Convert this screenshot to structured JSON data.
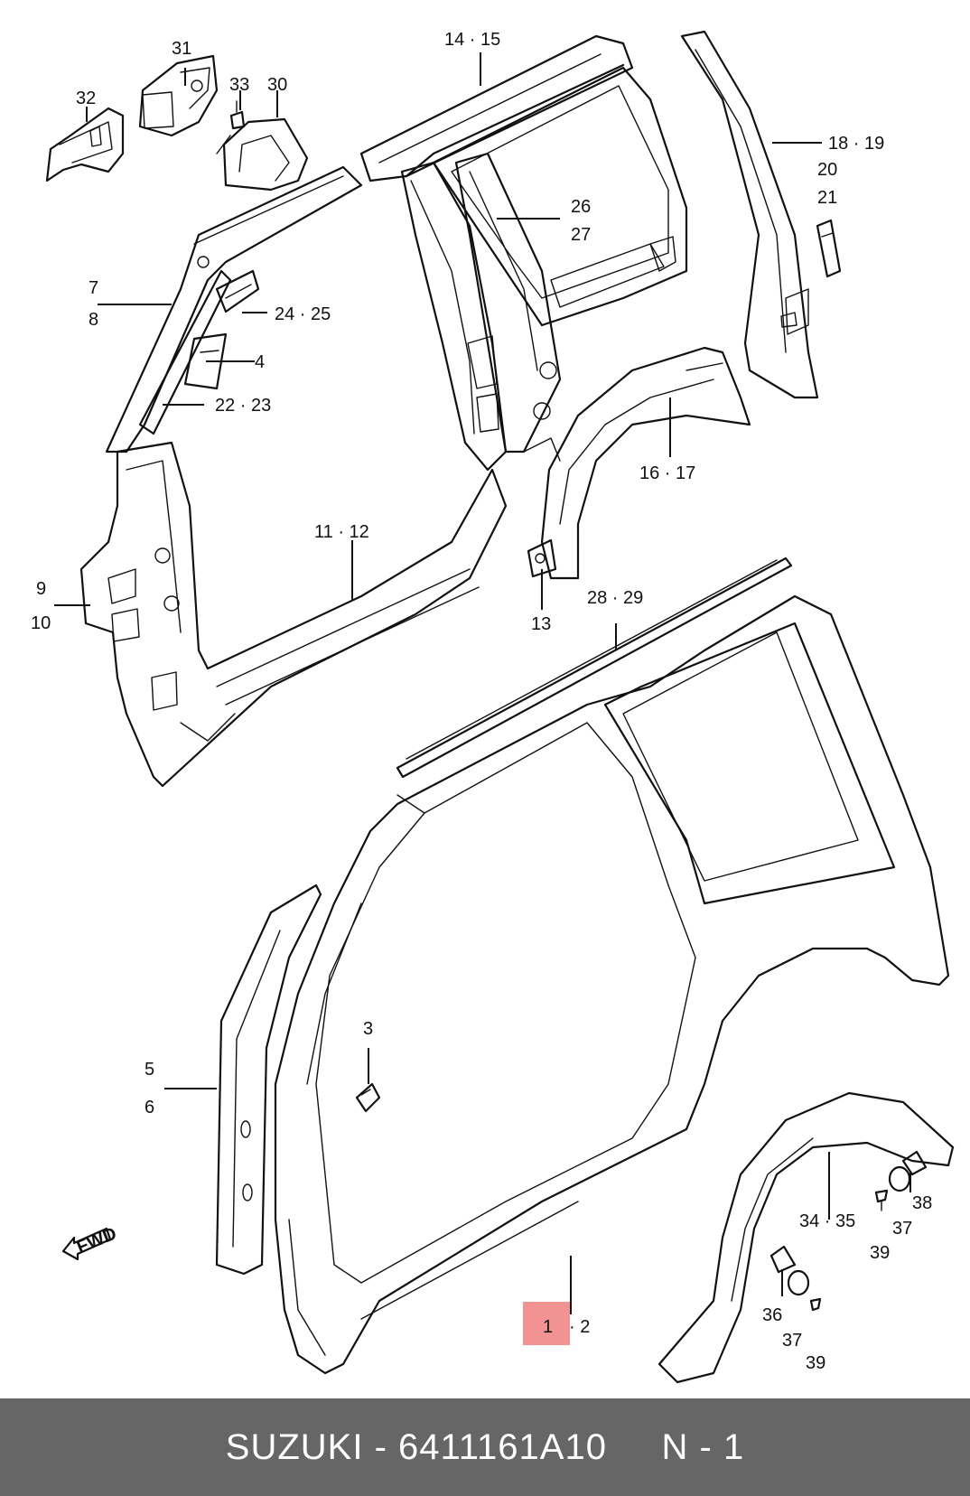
{
  "diagram": {
    "callouts": {
      "c14_15": "14 · 15",
      "c31": "31",
      "c32": "32",
      "c33": "33",
      "c30": "30",
      "c18_19": "18 · 19",
      "c20": "20",
      "c21": "21",
      "c26": "26",
      "c27": "27",
      "c7": "7",
      "c8": "8",
      "c24_25": "24 · 25",
      "c4": "4",
      "c22_23": "22 · 23",
      "c16_17": "16 · 17",
      "c11_12": "11 · 12",
      "c9": "9",
      "c10": "10",
      "c13": "13",
      "c28_29": "28 · 29",
      "c3": "3",
      "c5": "5",
      "c6": "6",
      "c38": "38",
      "c37a": "37",
      "c39a": "39",
      "c34_35": "34 · 35",
      "c36": "36",
      "c37b": "37",
      "c39b": "39",
      "c1": "1",
      "c2": "· 2",
      "fwd": "FWD"
    },
    "highlight_color": "#f08080"
  },
  "footer": {
    "text": "SUZUKI - 6411161A10     N - 1",
    "background": "#666666"
  }
}
